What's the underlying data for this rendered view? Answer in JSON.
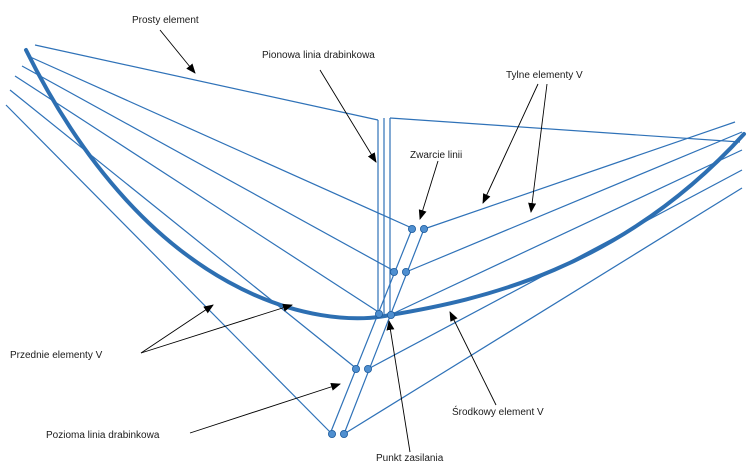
{
  "labels": {
    "prosty_element": "Prosty element",
    "pionowa_linia": "Pionowa linia drabinkowa",
    "tylne_elementy": "Tylne elementy V",
    "zwarcie_linii": "Zwarcie linii",
    "przednie_elementy": "Przednie elementy V",
    "srodkowy_element": "Środkowy element V",
    "pozioma_linia": "Pozioma linia drabinkowa",
    "punkt_zasilania": "Punkt zasilania"
  },
  "colors": {
    "wire": "#2f72b8",
    "arc": "#2d6fb2",
    "node": "#4f8fd0",
    "arrow": "#000000",
    "text": "#1a1a1a"
  }
}
